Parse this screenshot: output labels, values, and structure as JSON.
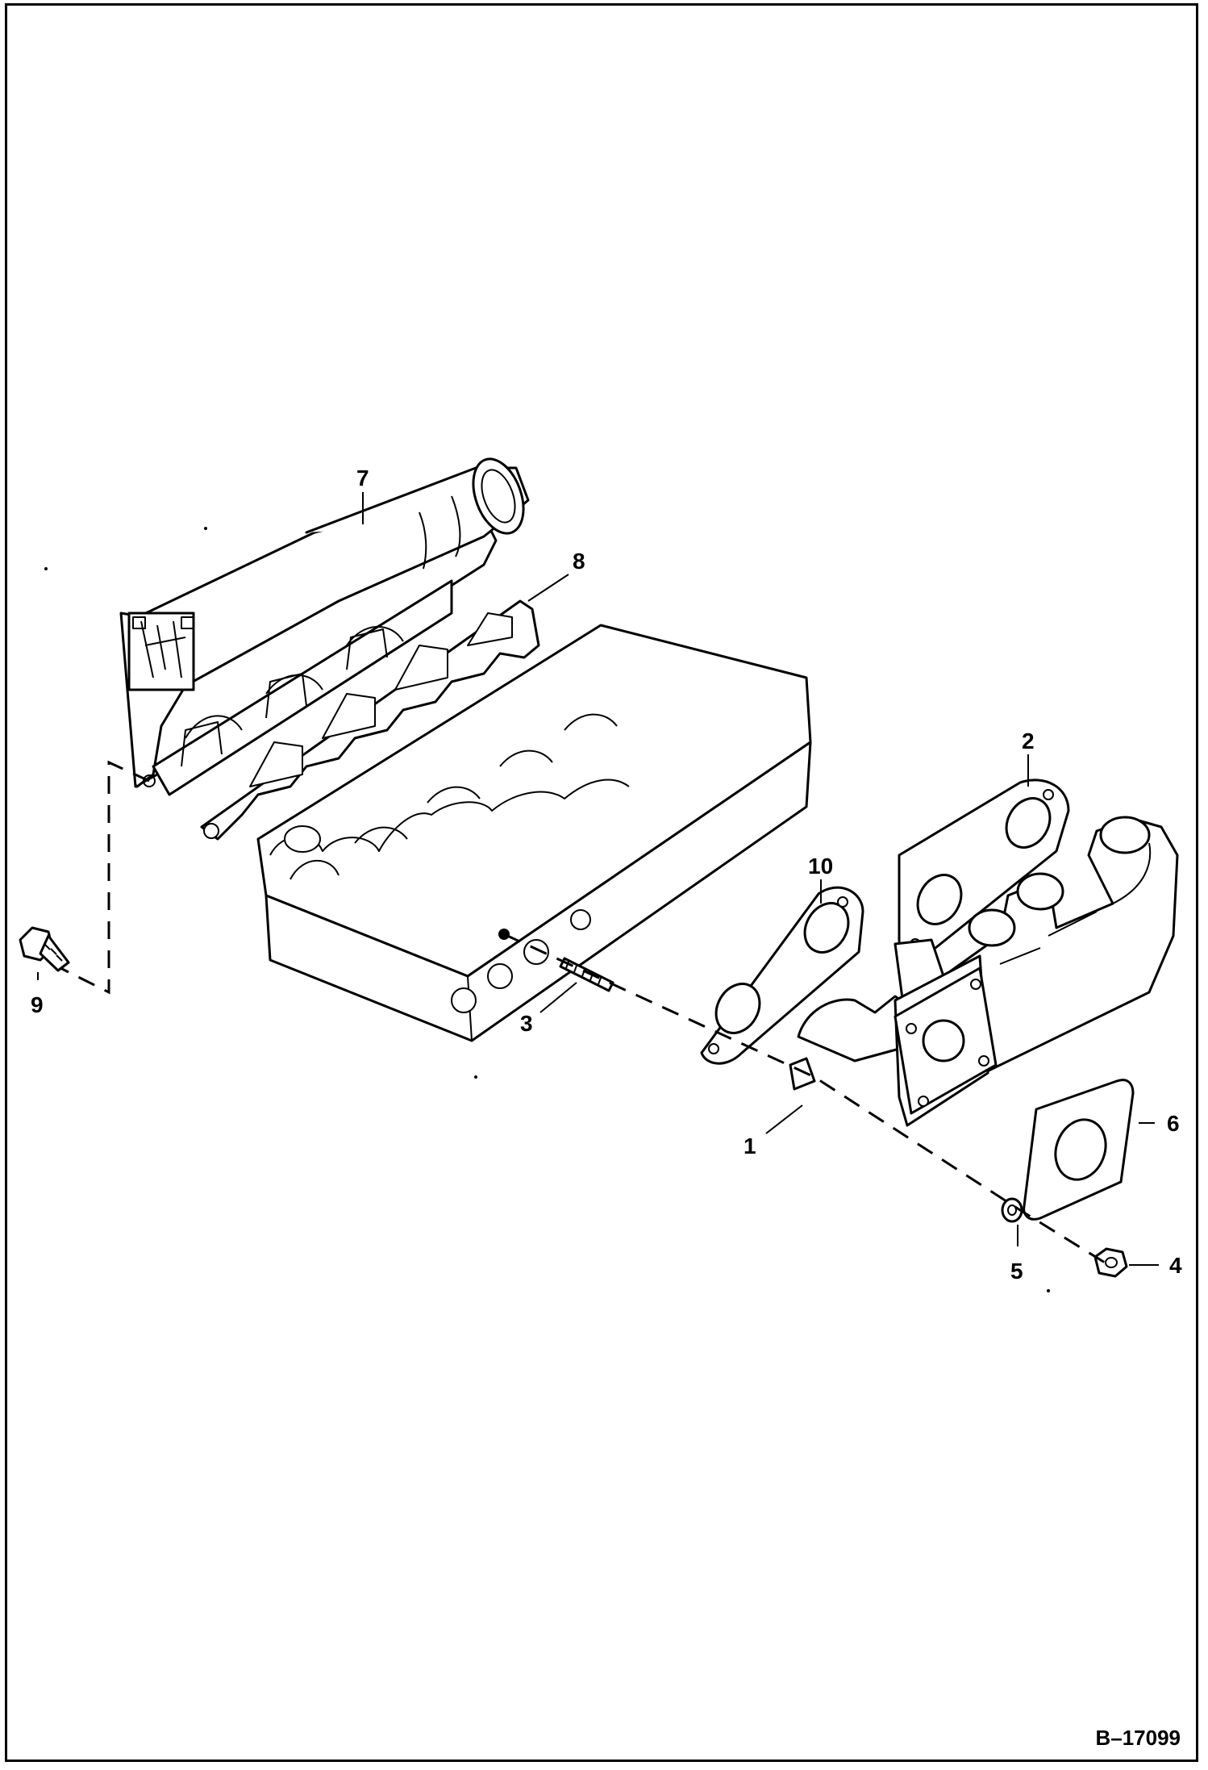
{
  "diagram": {
    "figure_id": "B–17099",
    "callouts": [
      {
        "id": "c1",
        "label": "1"
      },
      {
        "id": "c2",
        "label": "2"
      },
      {
        "id": "c3",
        "label": "3"
      },
      {
        "id": "c4",
        "label": "4"
      },
      {
        "id": "c5",
        "label": "5"
      },
      {
        "id": "c6",
        "label": "6"
      },
      {
        "id": "c7",
        "label": "7"
      },
      {
        "id": "c8",
        "label": "8"
      },
      {
        "id": "c9",
        "label": "9"
      },
      {
        "id": "c10",
        "label": "10"
      }
    ]
  }
}
